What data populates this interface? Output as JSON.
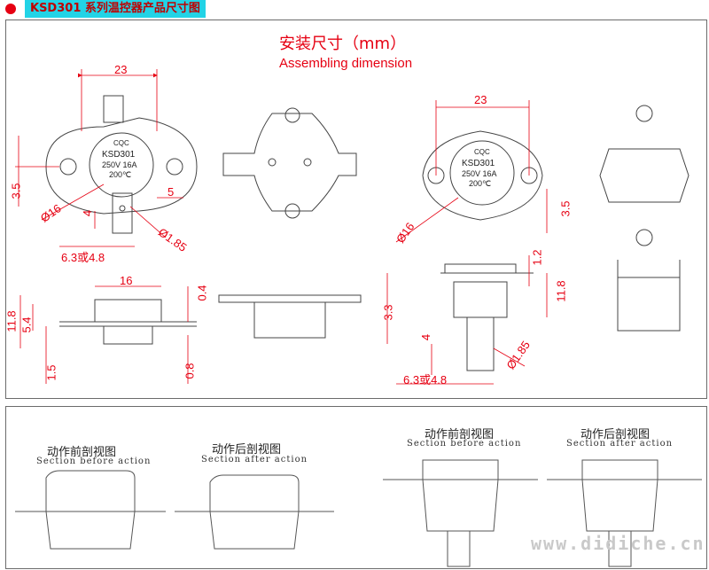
{
  "header": {
    "title": "KSD301 系列温控器产品尺寸图"
  },
  "drawing": {
    "title_cn": "安装尺寸（mm）",
    "title_en": "Assembling dimension",
    "left_view": {
      "width_label": "23",
      "thread_label": "3.5",
      "tab_label": "5",
      "dia_label": "Ø16",
      "pin_label": "4",
      "hole_label": "Ø1.85",
      "terminal_label": "6.3或4.8",
      "body_text": [
        "CQC",
        "KSD301",
        "250V 16A",
        "200℃"
      ]
    },
    "left_side": {
      "top_label": "16",
      "h1": "11.8",
      "h2": "5.4",
      "h3": "1.5",
      "r1": "0.4",
      "r2": "0.8"
    },
    "right_view": {
      "width_label": "23",
      "dia_label": "Ø16",
      "thread_label": "3.5",
      "body_text": [
        "CQC",
        "KSD301",
        "250V 16A",
        "200℃"
      ]
    },
    "right_side": {
      "t1": "1.2",
      "t2": "11.8",
      "t3": "3.3",
      "pin_label": "4",
      "hole_label": "Ø1.85",
      "terminal_label": "6.3或4.8"
    }
  },
  "sections": [
    {
      "cn": "动作前剖视图",
      "en": "Section before action"
    },
    {
      "cn": "动作后剖视图",
      "en": "Section after action"
    },
    {
      "cn": "动作前剖视图",
      "en": "Section before action"
    },
    {
      "cn": "动作后剖视图",
      "en": "Section after action"
    }
  ],
  "watermark": "www.didiche.cn",
  "colors": {
    "dimension": "#e60012",
    "header_bg": "#22d3e6",
    "line": "#555555"
  }
}
